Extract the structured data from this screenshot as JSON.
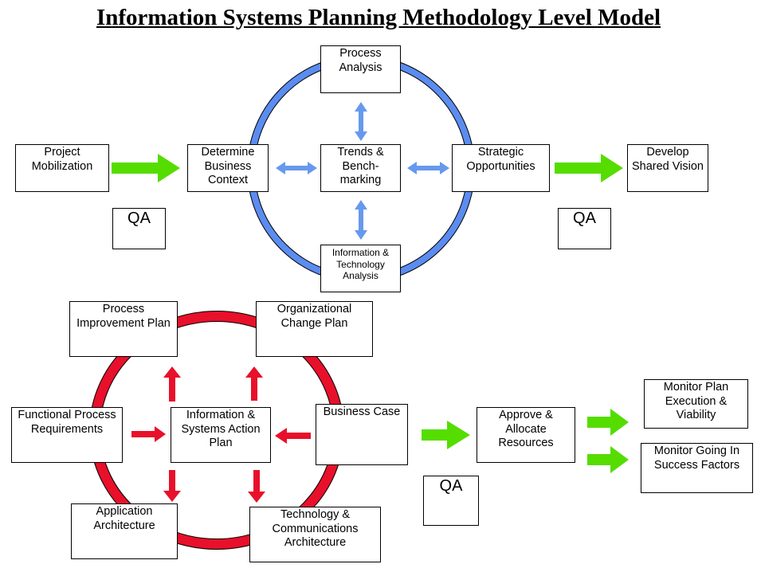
{
  "title": "Information Systems Planning Methodology Level Model",
  "colors": {
    "blue_ring": "#5b8cf0",
    "blue_arrow": "#6699ee",
    "red_ring": "#e8102a",
    "red_arrow": "#e8102a",
    "green_arrow": "#55dd00"
  },
  "top_cycle": {
    "process_analysis": "Process\nAnalysis",
    "determine_business_context": "Determine\nBusiness\nContext",
    "trends_benchmarking": "Trends &\nBench-\nmarking",
    "strategic_opportunities": "Strategic\nOpportunities",
    "info_tech_analysis": "Information &\nTechnology\nAnalysis"
  },
  "project_mobilization": "Project\nMobilization",
  "develop_shared_vision": "Develop\nShared Vision",
  "qa_label": "QA",
  "bottom_cycle": {
    "process_improvement_plan": "Process\nImprovement Plan",
    "organizational_change_plan": "Organizational\nChange Plan",
    "functional_process_requirements": "Functional Process\nRequirements",
    "info_systems_action_plan": "Information &\nSystems Action\nPlan",
    "business_case": "Business Case",
    "application_architecture": "Application\nArchitecture",
    "tech_comm_architecture": "Technology &\nCommunications\nArchitecture"
  },
  "approve_allocate_resources": "Approve &\nAllocate\nResources",
  "monitor_plan_execution": "Monitor Plan\nExecution &\nViability",
  "monitor_going_in": "Monitor Going In\nSuccess Factors"
}
